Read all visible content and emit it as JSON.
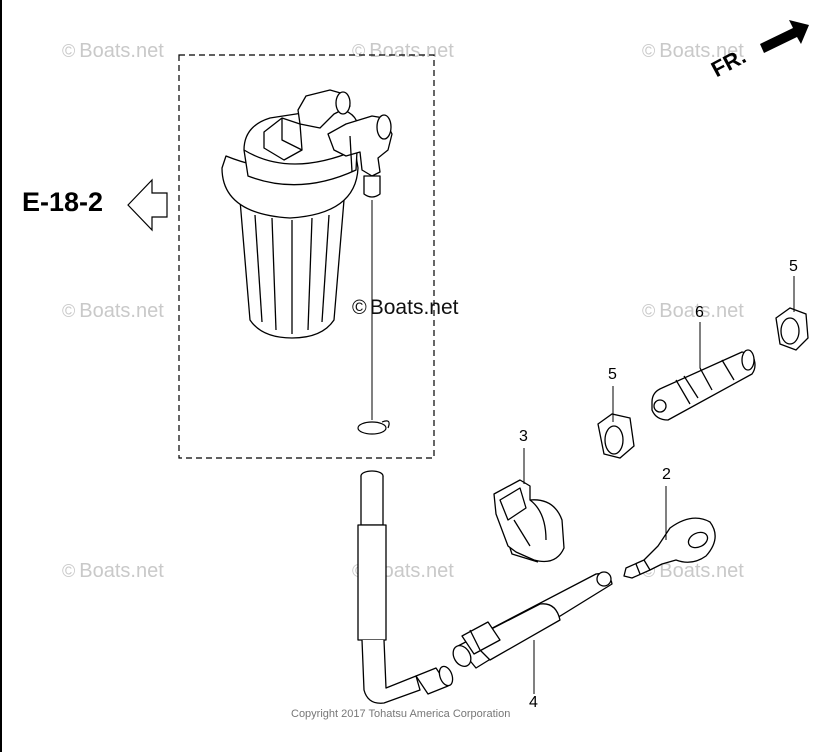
{
  "watermark_text": "Boats.net",
  "copyright_symbol": "©",
  "center_watermark": "Boats.net",
  "reference_label": "E-18-2",
  "direction_label": "FR.",
  "copyright": "Copyright 2017 Tohatsu America Corporation",
  "callouts": {
    "p1": "2",
    "p2": "3",
    "p3": "4",
    "p4": "5",
    "p5": "5",
    "p6": "6"
  }
}
